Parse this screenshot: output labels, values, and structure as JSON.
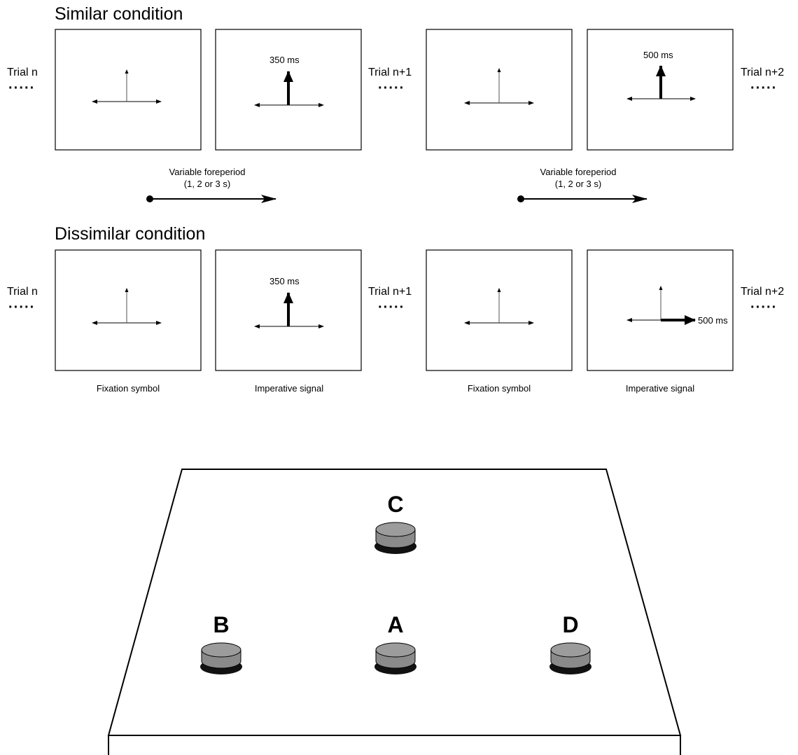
{
  "similar": {
    "title": "Similar condition",
    "trial_labels": [
      "Trial n",
      "Trial n+1",
      "Trial n+2"
    ],
    "dots": "·····",
    "signal_1": "350 ms",
    "signal_2": "500 ms"
  },
  "foreperiod": {
    "line1": "Variable foreperiod",
    "line2": "(1, 2 or 3 s)"
  },
  "dissimilar": {
    "title": "Dissimilar condition",
    "trial_labels": [
      "Trial n",
      "Trial n+1",
      "Trial n+2"
    ],
    "dots": "·····",
    "signal_1": "350 ms",
    "signal_2": "500 ms"
  },
  "captions": [
    "Fixation symbol",
    "Imperative signal",
    "Fixation symbol",
    "Imperative signal"
  ],
  "buttons": {
    "a": "A",
    "b": "B",
    "c": "C",
    "d": "D"
  }
}
